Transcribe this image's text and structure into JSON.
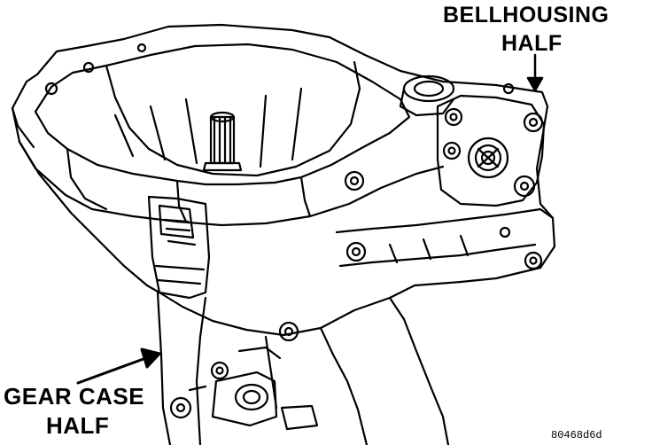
{
  "labels": {
    "bellhousing_line1": "BELLHOUSING",
    "bellhousing_line2": "HALF",
    "gearcase_line1": "GEAR CASE",
    "gearcase_line2": "HALF",
    "figure_code": "80468d6d"
  },
  "colors": {
    "ink": "#000000",
    "paper": "#ffffff"
  }
}
